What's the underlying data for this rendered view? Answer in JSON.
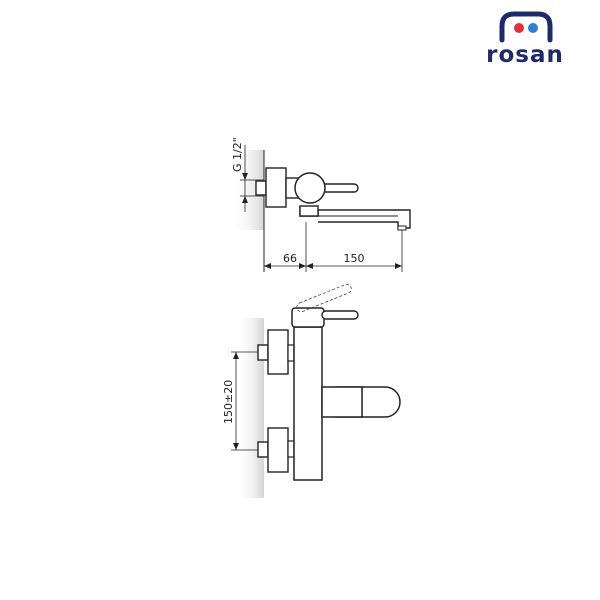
{
  "brand": {
    "name": "ROSAN",
    "wordmark": "rosan",
    "colors": {
      "navy": "#1d2b6b",
      "red": "#e0303a",
      "blue": "#2f7fd1"
    }
  },
  "dimensions": {
    "thread": "G 1/2\"",
    "width_body": "66",
    "spout_reach": "150",
    "center_distance": "150±20"
  },
  "colors": {
    "line": "#222222",
    "wall_shadow": "#d9d9d9"
  }
}
